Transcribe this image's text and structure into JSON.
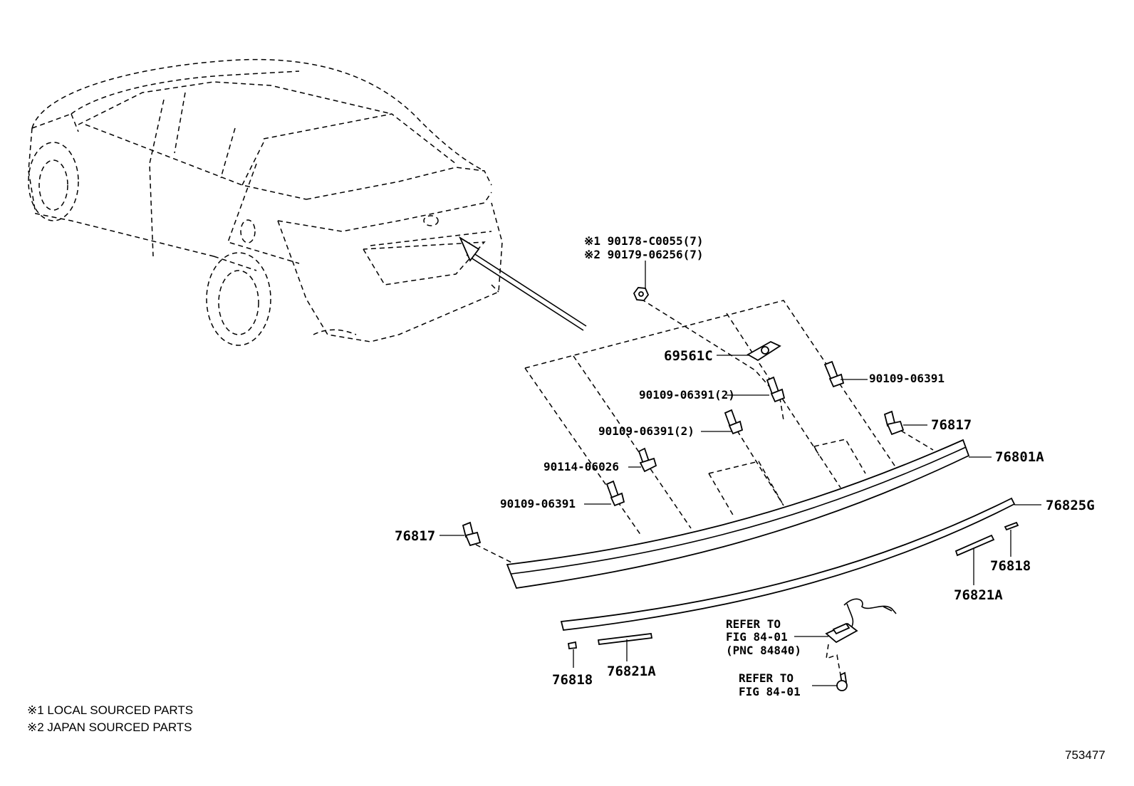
{
  "callouts": {
    "nut_local": "※1 90178-C0055(7)",
    "nut_japan": "※2 90179-06256(7)",
    "p69561c": "69561C",
    "bolt_right": "90109-06391",
    "bolt_mid2": "90109-06391(2)",
    "bolt_left2": "90109-06391(2)",
    "clip": "90114-06026",
    "bolt_left": "90109-06391",
    "clip_right": "76817",
    "clip_left": "76817",
    "garnish": "76801A",
    "moulding": "76825G",
    "end_right": "76818",
    "tape_right": "76821A",
    "end_left": "76818",
    "tape_left": "76821A",
    "refer1_a": "REFER TO",
    "refer1_b": "FIG 84-01",
    "refer1_c": "(PNC 84840)",
    "refer2_a": "REFER TO",
    "refer2_b": "FIG 84-01"
  },
  "footnotes": {
    "note1": "※1 LOCAL SOURCED PARTS",
    "note2": "※2 JAPAN SOURCED PARTS"
  },
  "figure_id": "753477"
}
